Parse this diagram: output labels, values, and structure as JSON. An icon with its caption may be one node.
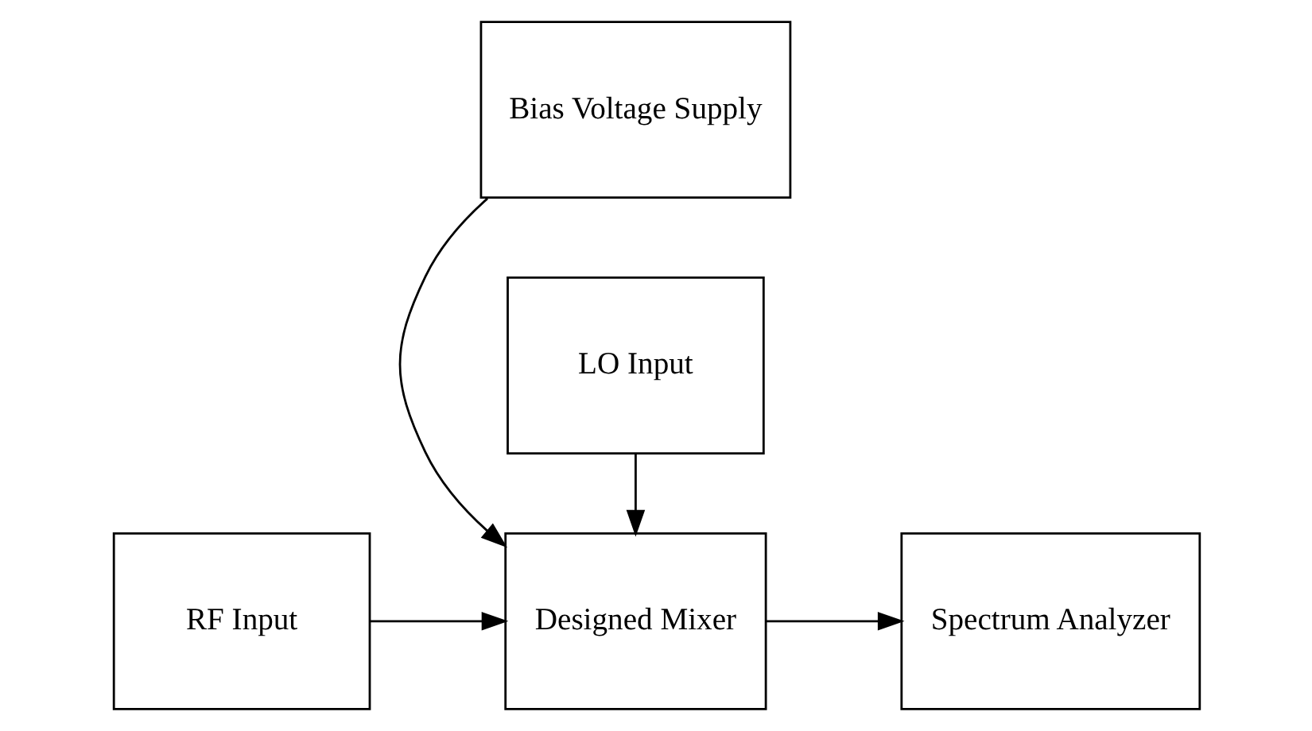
{
  "diagram": {
    "nodes": [
      {
        "text": [
          "Bias Voltage Supply"
        ]
      },
      {
        "text": [
          "RF Input"
        ]
      },
      {
        "text": [
          "Designed Mixer"
        ]
      },
      {
        "text": [
          "Spectrum Analyzer"
        ]
      },
      {
        "text": [
          "LO Input"
        ]
      }
    ],
    "edges": [
      {
        "from": 0,
        "to": 2,
        "arrow": "to"
      },
      {
        "from": 1,
        "to": 2,
        "arrow": "to"
      },
      {
        "from": 2,
        "to": 3,
        "arrow": "to"
      },
      {
        "from": 4,
        "to": 2,
        "arrow": "to"
      }
    ]
  }
}
